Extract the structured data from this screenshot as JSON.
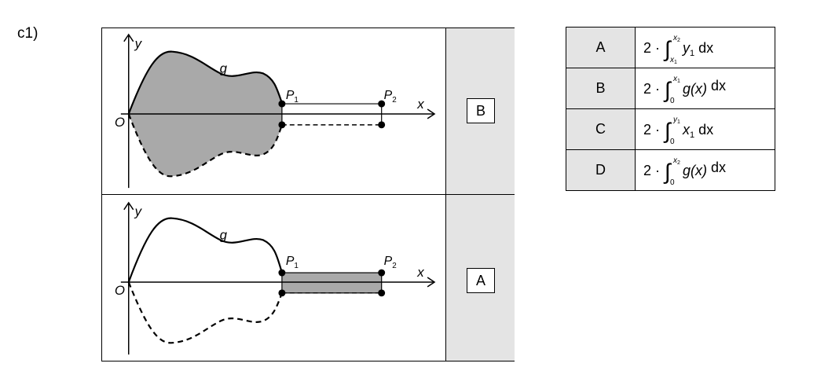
{
  "task_label": "c1)",
  "assignments": [
    {
      "answer": "B",
      "labels": {
        "y": "y",
        "x": "x",
        "origin": "O",
        "curve": "g",
        "p1_base": "P",
        "p1_sub": "1",
        "p2_base": "P",
        "p2_sub": "2"
      }
    },
    {
      "answer": "A",
      "labels": {
        "y": "y",
        "x": "x",
        "origin": "O",
        "curve": "g",
        "p1_base": "P",
        "p1_sub": "1",
        "p2_base": "P",
        "p2_sub": "2"
      }
    }
  ],
  "options": [
    {
      "letter": "A",
      "factor": "2 ·",
      "lower": "x1",
      "upper": "x2",
      "integrand_main": "y",
      "integrand_sub": "1",
      "integrand_tail": "",
      "differential": "dx"
    },
    {
      "letter": "B",
      "factor": "2 ·",
      "lower": "0",
      "upper": "x1",
      "integrand_main": "g(x)",
      "integrand_sub": "",
      "integrand_tail": "",
      "differential": "dx"
    },
    {
      "letter": "C",
      "factor": "2 ·",
      "lower": "0",
      "upper": "y1",
      "integrand_main": "x",
      "integrand_sub": "1",
      "integrand_tail": "",
      "differential": "dx"
    },
    {
      "letter": "D",
      "factor": "2 ·",
      "lower": "0",
      "upper": "x2",
      "integrand_main": "g(x)",
      "integrand_sub": "",
      "integrand_tail": "",
      "differential": "dx"
    }
  ],
  "colors": {
    "shade": "#a9a9a9",
    "cell_gray": "#e4e4e4",
    "line": "#000000"
  }
}
